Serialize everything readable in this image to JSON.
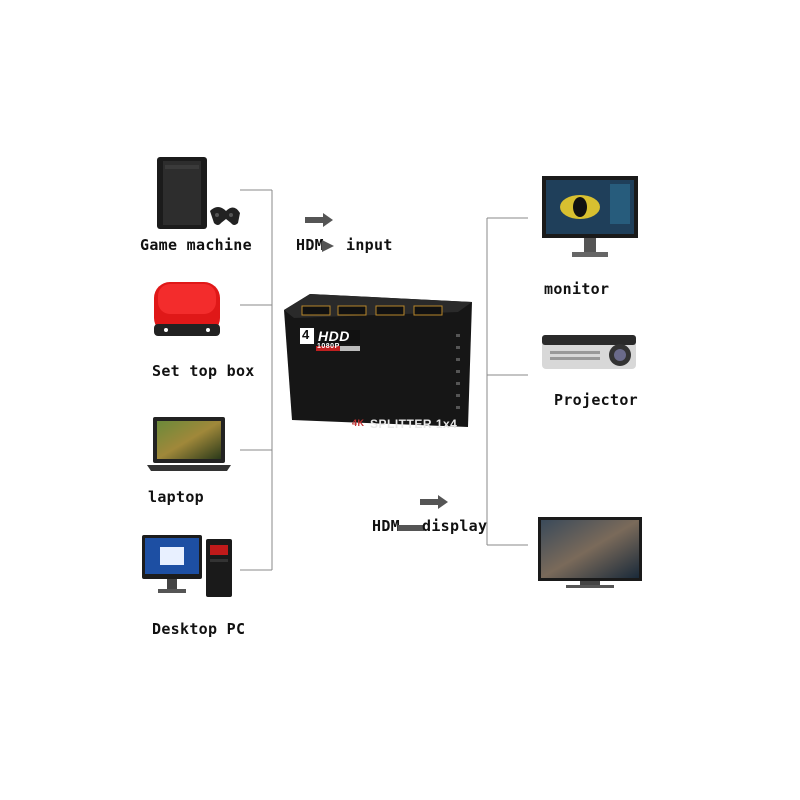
{
  "inputs": [
    {
      "label": "Game machine",
      "icon": "game-console-icon"
    },
    {
      "label": "Set top box",
      "icon": "set-top-box-icon"
    },
    {
      "label": "laptop",
      "icon": "laptop-icon"
    },
    {
      "label": "Desktop PC",
      "icon": "desktop-pc-icon"
    }
  ],
  "outputs": [
    {
      "label": "monitor",
      "icon": "monitor-icon"
    },
    {
      "label": "Projector",
      "icon": "projector-icon"
    },
    {
      "label": "",
      "icon": "tv-icon"
    }
  ],
  "arrows": {
    "input_left": "HDM",
    "input_right": "input",
    "display_left": "HDM",
    "display_right": "display"
  },
  "splitter": {
    "badge_num": "4",
    "badge_text": "HDD",
    "sub_text": "1080P",
    "title_accent": "4K",
    "title": "SPLITTER 1x4"
  },
  "colors": {
    "line": "#888888",
    "splitter_body": "#1a1a1a",
    "set_top_box": "#e01818",
    "arrow": "#555555"
  }
}
